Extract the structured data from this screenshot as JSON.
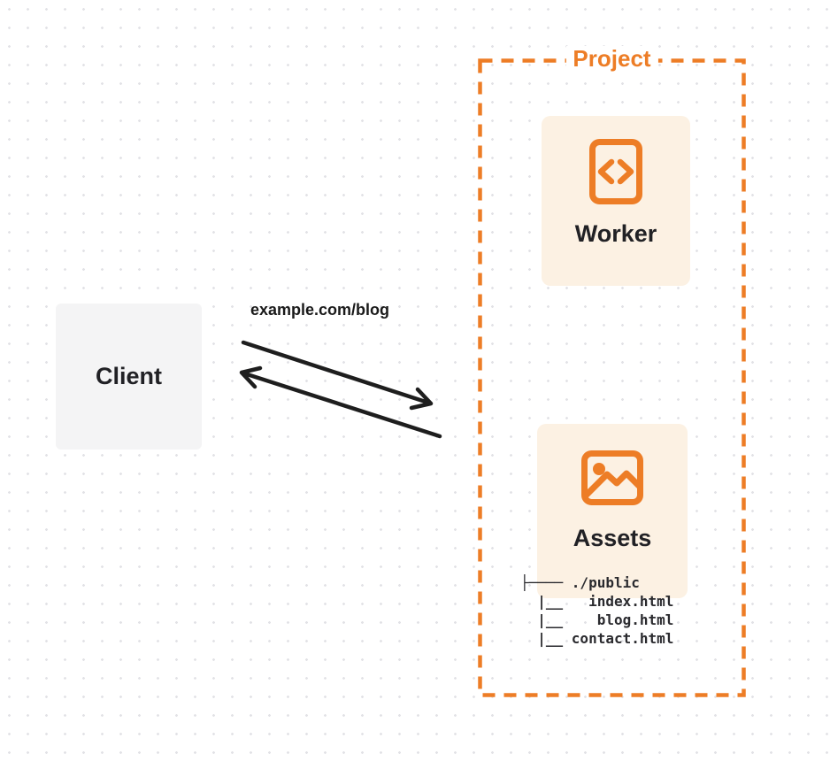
{
  "colors": {
    "accent_orange": "#ed7d26",
    "card_background": "#fcf1e3",
    "client_background": "#f4f4f5",
    "text_dark": "#212125",
    "arrow_stroke": "#1e1e1e",
    "dot_grid": "#e2e2e6"
  },
  "client": {
    "label": "Client"
  },
  "request": {
    "url_label": "example.com/blog"
  },
  "project": {
    "label": "Project",
    "worker": {
      "label": "Worker",
      "icon": "code-document-icon"
    },
    "assets": {
      "label": "Assets",
      "icon": "image-icon",
      "file_tree": "├──── ./public\n  |__   index.html\n  |__    blog.html\n  |__ contact.html"
    }
  }
}
